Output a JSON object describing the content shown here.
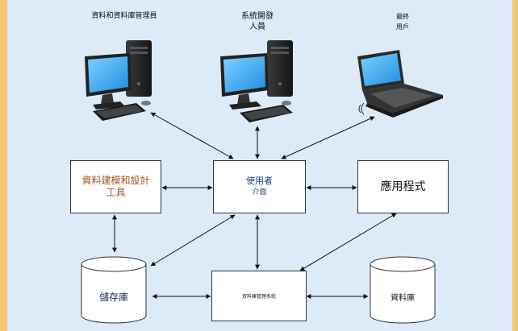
{
  "actors": {
    "db_admin": "資料和資料庫管理員",
    "dev_line1": "系統開發",
    "dev_line2": "人員",
    "end_user_line1": "最終",
    "end_user_line2": "用戶"
  },
  "boxes": {
    "design_tools_line1": "資料建模和設計",
    "design_tools_line2": "工具",
    "ui_line1": "使用者",
    "ui_line2": "介面",
    "application": "應用程式",
    "dbms": "資料庫管理系統"
  },
  "stores": {
    "repository": "儲存庫",
    "database": "資料庫"
  },
  "colors": {
    "design_tools_text": "#a0521d",
    "ui_text": "#1f3a8a",
    "canvas": "#dcebf7",
    "border_strip": "#f3c778"
  }
}
